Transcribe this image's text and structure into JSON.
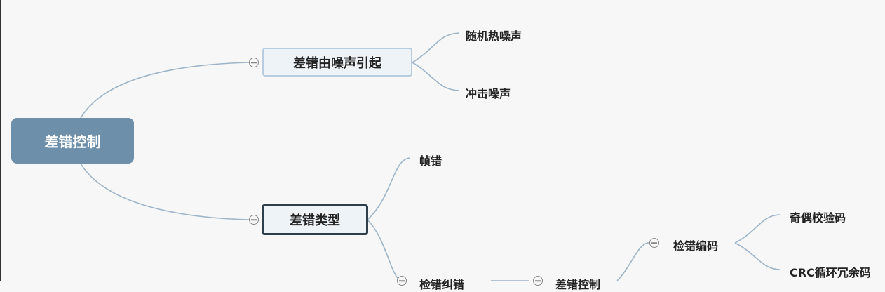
{
  "mindmap": {
    "root": "差错控制",
    "branches": [
      {
        "label": "差错由噪声引起",
        "children": [
          "随机热噪声",
          "冲击噪声"
        ]
      },
      {
        "label": "差错类型",
        "children": [
          "帧错",
          "检错纠错"
        ]
      }
    ],
    "partial": {
      "middle_label": "差错控制",
      "detect_coding": "检错编码",
      "detect_children": [
        "奇偶校验码",
        "CRC循环冗余码"
      ]
    }
  }
}
